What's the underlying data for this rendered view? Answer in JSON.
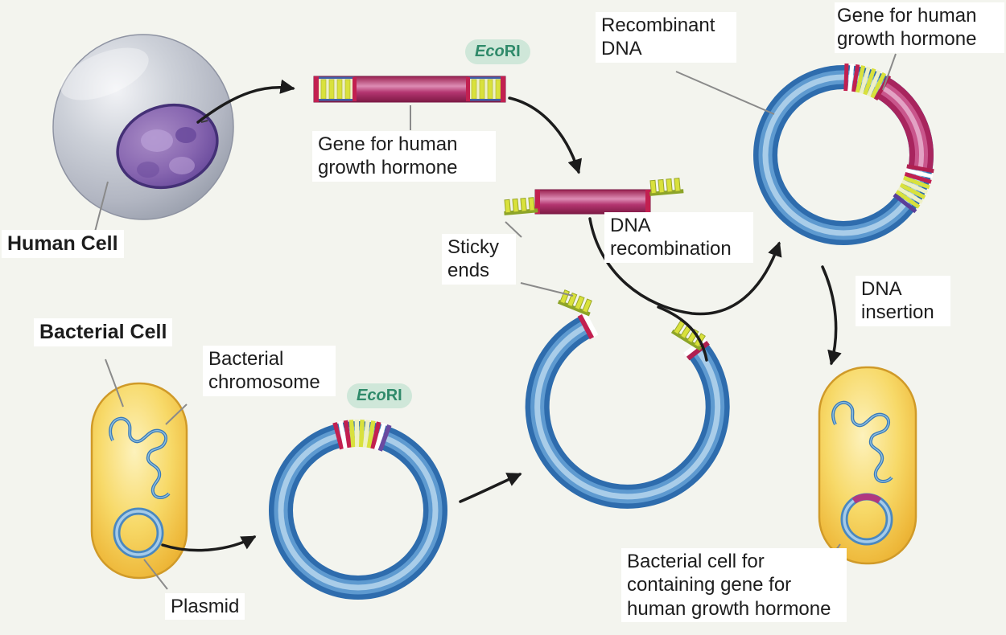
{
  "diagram": {
    "title_present": false,
    "background_color": "#f3f4ee",
    "labels": {
      "human_cell": "Human Cell",
      "gene_hgh_top": "Gene for human growth hormone",
      "sticky_ends": "Sticky ends",
      "dna_recombination": "DNA recombination",
      "recombinant_dna": "Recombinant DNA",
      "gene_hgh_right": "Gene for human growth hormone",
      "dna_insertion": "DNA insertion",
      "bacterial_cell": "Bacterial Cell",
      "bacterial_chromosome": "Bacterial chromosome",
      "plasmid": "Plasmid",
      "result_cell": "Bacterial cell for containing gene for human growth hormone"
    },
    "enzyme_badge": {
      "italic": "Eco",
      "rest": "RI"
    },
    "colors": {
      "gene_magenta": "#a8255e",
      "gene_magenta_light": "#d884b0",
      "plasmid_blue": "#2e6cad",
      "plasmid_blue_light": "#5e9ad0",
      "sticky_yellow": "#d9e13c",
      "cut_red": "#c22050",
      "bacterium_yellow": "#f2c844",
      "enzyme_badge_bg": "#cfe7d9",
      "enzyme_badge_text": "#2f8a6a",
      "nucleus_purple": "#7a57a8",
      "cell_gray": "#c3c7d0",
      "arrow_black": "#1c1c1c",
      "leader_gray": "#8a8a8a"
    }
  }
}
